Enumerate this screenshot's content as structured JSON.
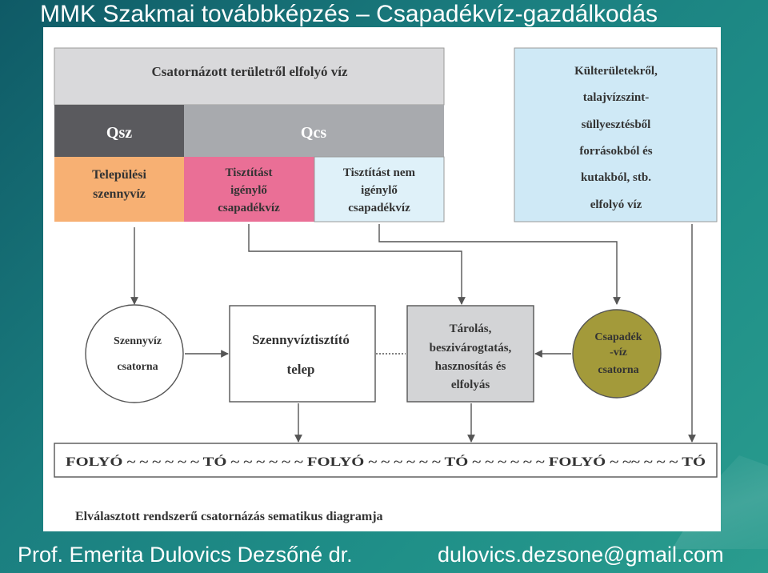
{
  "slide": {
    "title": "MMK Szakmai továbbképzés – Csapadékvíz-gazdálkodás",
    "footer_left": "Prof. Emerita Dulovics Dezsőné dr.",
    "footer_right": "dulovics.dezsone@gmail.com"
  },
  "diagram": {
    "header_sewered": "Csatornázott területről elfolyó víz",
    "qsz_label": "Qsz",
    "qcs_label": "Qcs",
    "settlement": [
      "Települési",
      "szennyvíz"
    ],
    "needs_treatment": [
      "Tisztítást",
      "igénylő",
      "csapadékvíz"
    ],
    "no_treatment": [
      "Tisztítást nem",
      "igénylő",
      "csapadékvíz"
    ],
    "outer_areas": [
      "Külterületekről,",
      "talajvízszint-",
      "süllyesztésből",
      "forrásokból és",
      "kutakból, stb.",
      "elfolyó víz"
    ],
    "sewer_circle": [
      "Szennyvíz",
      "csatorna"
    ],
    "treatment_plant": [
      "Szennyvíztisztító",
      "telep"
    ],
    "storage": [
      "Tárolás,",
      "beszivárogtatás,",
      "hasznosítás és",
      "elfolyás"
    ],
    "storm_circle": [
      "Csapadék",
      "-víz",
      "csatorna"
    ],
    "river_line": "FOLYÓ ~ ~ ~ ~ ~ ~ TÓ ~ ~ ~ ~ ~ ~ FOLYÓ ~ ~ ~ ~ ~ ~ TÓ  ~ ~ ~ ~ ~ ~ FOLYÓ ~ ~~ ~ ~ ~ TÓ",
    "caption": "Elválasztott rendszerű csatornázás sematikus diagramja"
  },
  "colors": {
    "gray_header": "#d9d9db",
    "qsz_dark": "#5a5a5e",
    "qcs_gray": "#a8aaae",
    "orange": "#f7b073",
    "pink": "#ea6f96",
    "light_blue": "#dff1f9",
    "outer_blue": "#cfe9f6",
    "storage_gray": "#d3d4d6",
    "olive": "#a39a3a"
  }
}
